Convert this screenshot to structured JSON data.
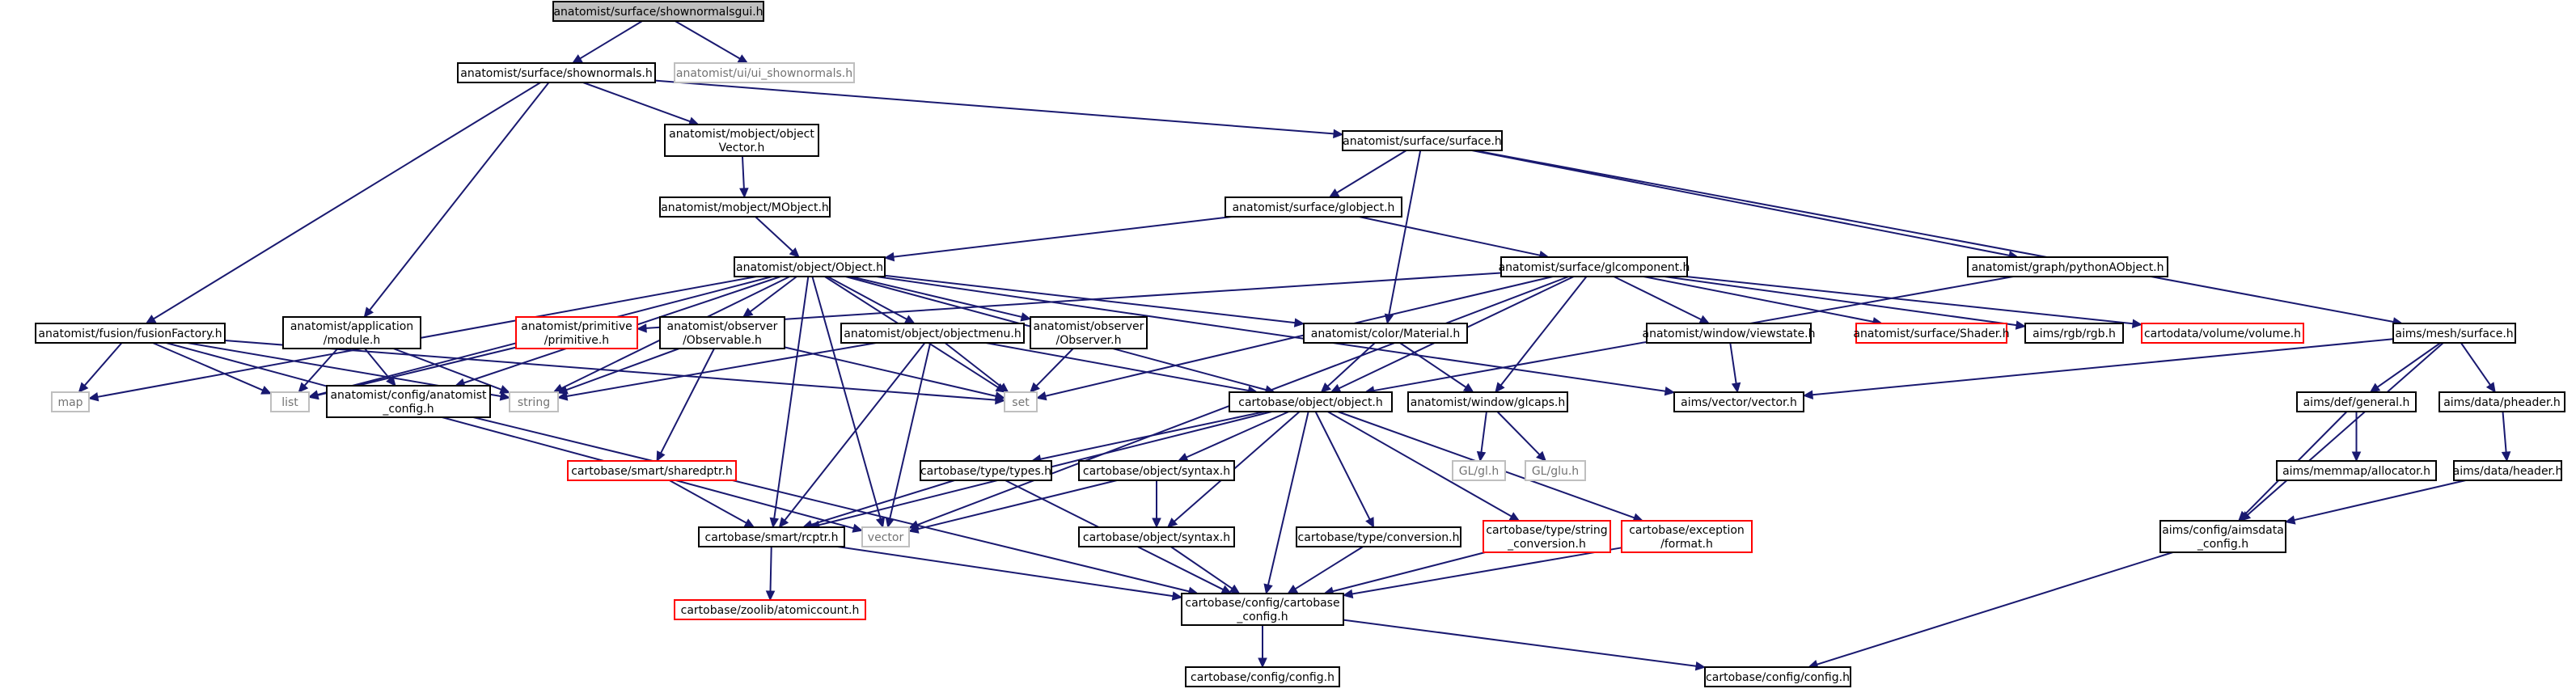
{
  "graph": {
    "nodes": [
      {
        "id": "shownormalsgui",
        "lines": [
          "anatomist/surface/shownormalsgui.h"
        ],
        "style": "root"
      },
      {
        "id": "shownormals",
        "lines": [
          "anatomist/surface/shownormals.h"
        ],
        "style": "normal"
      },
      {
        "id": "ui_shownormals",
        "lines": [
          "anatomist/ui/ui_shownormals.h"
        ],
        "style": "ext"
      },
      {
        "id": "mobjectvector",
        "lines": [
          "anatomist/mobject/object",
          "Vector.h"
        ],
        "style": "normal"
      },
      {
        "id": "mobject",
        "lines": [
          "anatomist/mobject/MObject.h"
        ],
        "style": "normal"
      },
      {
        "id": "surface",
        "lines": [
          "anatomist/surface/surface.h"
        ],
        "style": "normal"
      },
      {
        "id": "globject",
        "lines": [
          "anatomist/surface/globject.h"
        ],
        "style": "normal"
      },
      {
        "id": "object",
        "lines": [
          "anatomist/object/Object.h"
        ],
        "style": "normal"
      },
      {
        "id": "glcomponent",
        "lines": [
          "anatomist/surface/glcomponent.h"
        ],
        "style": "normal"
      },
      {
        "id": "pythonaobject",
        "lines": [
          "anatomist/graph/pythonAObject.h"
        ],
        "style": "normal"
      },
      {
        "id": "meshsurface",
        "lines": [
          "aims/mesh/surface.h"
        ],
        "style": "normal"
      },
      {
        "id": "fusionfactory",
        "lines": [
          "anatomist/fusion/fusionFactory.h"
        ],
        "style": "normal"
      },
      {
        "id": "appmodule",
        "lines": [
          "anatomist/application",
          "/module.h"
        ],
        "style": "normal"
      },
      {
        "id": "primitive",
        "lines": [
          "anatomist/primitive",
          "/primitive.h"
        ],
        "style": "red"
      },
      {
        "id": "observable",
        "lines": [
          "anatomist/observer",
          "/Observable.h"
        ],
        "style": "normal"
      },
      {
        "id": "objectmenu",
        "lines": [
          "anatomist/object/objectmenu.h"
        ],
        "style": "normal"
      },
      {
        "id": "observer",
        "lines": [
          "anatomist/observer",
          "/Observer.h"
        ],
        "style": "normal"
      },
      {
        "id": "material",
        "lines": [
          "anatomist/color/Material.h"
        ],
        "style": "normal"
      },
      {
        "id": "viewstate",
        "lines": [
          "anatomist/window/viewstate.h"
        ],
        "style": "normal"
      },
      {
        "id": "shader",
        "lines": [
          "anatomist/surface/Shader.h"
        ],
        "style": "red"
      },
      {
        "id": "rgb",
        "lines": [
          "aims/rgb/rgb.h"
        ],
        "style": "normal"
      },
      {
        "id": "volume",
        "lines": [
          "cartodata/volume/volume.h"
        ],
        "style": "red"
      },
      {
        "id": "map",
        "lines": [
          "map"
        ],
        "style": "ext"
      },
      {
        "id": "list",
        "lines": [
          "list"
        ],
        "style": "ext"
      },
      {
        "id": "string",
        "lines": [
          "string"
        ],
        "style": "ext"
      },
      {
        "id": "set",
        "lines": [
          "set"
        ],
        "style": "ext"
      },
      {
        "id": "anaconfig",
        "lines": [
          "anatomist/config/anatomist",
          "_config.h"
        ],
        "style": "normal"
      },
      {
        "id": "cbobject",
        "lines": [
          "cartobase/object/object.h"
        ],
        "style": "normal"
      },
      {
        "id": "glcaps",
        "lines": [
          "anatomist/window/glcaps.h"
        ],
        "style": "normal"
      },
      {
        "id": "vector_h",
        "lines": [
          "aims/vector/vector.h"
        ],
        "style": "normal"
      },
      {
        "id": "defgeneral",
        "lines": [
          "aims/def/general.h"
        ],
        "style": "normal"
      },
      {
        "id": "pheader",
        "lines": [
          "aims/data/pheader.h"
        ],
        "style": "normal"
      },
      {
        "id": "sharedptr",
        "lines": [
          "cartobase/smart/sharedptr.h"
        ],
        "style": "red"
      },
      {
        "id": "types",
        "lines": [
          "cartobase/type/types.h"
        ],
        "style": "normal"
      },
      {
        "id": "syntax1",
        "lines": [
          "cartobase/object/syntax.h"
        ],
        "style": "normal"
      },
      {
        "id": "gl",
        "lines": [
          "GL/gl.h"
        ],
        "style": "ext"
      },
      {
        "id": "glu",
        "lines": [
          "GL/glu.h"
        ],
        "style": "ext"
      },
      {
        "id": "allocator",
        "lines": [
          "aims/memmap/allocator.h"
        ],
        "style": "normal"
      },
      {
        "id": "header",
        "lines": [
          "aims/data/header.h"
        ],
        "style": "normal"
      },
      {
        "id": "rcptr",
        "lines": [
          "cartobase/smart/rcptr.h"
        ],
        "style": "normal"
      },
      {
        "id": "vector",
        "lines": [
          "vector"
        ],
        "style": "ext"
      },
      {
        "id": "syntax2",
        "lines": [
          "cartobase/object/syntax.h"
        ],
        "style": "normal"
      },
      {
        "id": "conversion",
        "lines": [
          "cartobase/type/conversion.h"
        ],
        "style": "normal"
      },
      {
        "id": "stringconv",
        "lines": [
          "cartobase/type/string",
          "_conversion.h"
        ],
        "style": "red"
      },
      {
        "id": "format",
        "lines": [
          "cartobase/exception",
          "/format.h"
        ],
        "style": "red"
      },
      {
        "id": "aimsdataconfig",
        "lines": [
          "aims/config/aimsdata",
          "_config.h"
        ],
        "style": "normal"
      },
      {
        "id": "atomiccount",
        "lines": [
          "cartobase/zoolib/atomiccount.h"
        ],
        "style": "red"
      },
      {
        "id": "cbconfig",
        "lines": [
          "cartobase/config/cartobase",
          "_config.h"
        ],
        "style": "normal"
      },
      {
        "id": "config1",
        "lines": [
          "cartobase/config/config.h"
        ],
        "style": "normal"
      },
      {
        "id": "config2",
        "lines": [
          "cartobase/config/config.h"
        ],
        "style": "normal"
      }
    ],
    "edges": [
      [
        "shownormalsgui",
        "shownormals"
      ],
      [
        "shownormalsgui",
        "ui_shownormals"
      ],
      [
        "shownormals",
        "mobjectvector"
      ],
      [
        "shownormals",
        "surface"
      ],
      [
        "shownormals",
        "fusionfactory"
      ],
      [
        "shownormals",
        "appmodule"
      ],
      [
        "mobjectvector",
        "mobject"
      ],
      [
        "mobject",
        "object"
      ],
      [
        "surface",
        "globject"
      ],
      [
        "surface",
        "material"
      ],
      [
        "surface",
        "pythonaobject"
      ],
      [
        "surface",
        "meshsurface"
      ],
      [
        "globject",
        "object"
      ],
      [
        "globject",
        "glcomponent"
      ],
      [
        "object",
        "list"
      ],
      [
        "object",
        "string"
      ],
      [
        "object",
        "set"
      ],
      [
        "object",
        "anaconfig"
      ],
      [
        "object",
        "observable"
      ],
      [
        "object",
        "objectmenu"
      ],
      [
        "object",
        "observer"
      ],
      [
        "object",
        "material"
      ],
      [
        "object",
        "cbobject"
      ],
      [
        "object",
        "rcptr"
      ],
      [
        "object",
        "vector"
      ],
      [
        "object",
        "vector_h"
      ],
      [
        "object",
        "map"
      ],
      [
        "glcomponent",
        "primitive"
      ],
      [
        "glcomponent",
        "viewstate"
      ],
      [
        "glcomponent",
        "shader"
      ],
      [
        "glcomponent",
        "rgb"
      ],
      [
        "glcomponent",
        "volume"
      ],
      [
        "glcomponent",
        "cbobject"
      ],
      [
        "glcomponent",
        "glcaps"
      ],
      [
        "glcomponent",
        "set"
      ],
      [
        "glcomponent",
        "vector"
      ],
      [
        "pythonaobject",
        "cbobject"
      ],
      [
        "meshsurface",
        "vector_h"
      ],
      [
        "meshsurface",
        "defgeneral"
      ],
      [
        "meshsurface",
        "pheader"
      ],
      [
        "meshsurface",
        "aimsdataconfig"
      ],
      [
        "fusionfactory",
        "map"
      ],
      [
        "fusionfactory",
        "list"
      ],
      [
        "fusionfactory",
        "string"
      ],
      [
        "fusionfactory",
        "set"
      ],
      [
        "fusionfactory",
        "vector"
      ],
      [
        "appmodule",
        "list"
      ],
      [
        "appmodule",
        "string"
      ],
      [
        "appmodule",
        "anaconfig"
      ],
      [
        "primitive",
        "list"
      ],
      [
        "observable",
        "string"
      ],
      [
        "observable",
        "set"
      ],
      [
        "observable",
        "sharedptr"
      ],
      [
        "objectmenu",
        "string"
      ],
      [
        "objectmenu",
        "set"
      ],
      [
        "objectmenu",
        "cbobject"
      ],
      [
        "objectmenu",
        "rcptr"
      ],
      [
        "objectmenu",
        "vector"
      ],
      [
        "observer",
        "set"
      ],
      [
        "material",
        "cbobject"
      ],
      [
        "material",
        "glcaps"
      ],
      [
        "viewstate",
        "vector_h"
      ],
      [
        "anaconfig",
        "cbconfig"
      ],
      [
        "cbobject",
        "types"
      ],
      [
        "cbobject",
        "syntax1"
      ],
      [
        "cbobject",
        "syntax2"
      ],
      [
        "cbobject",
        "conversion"
      ],
      [
        "cbobject",
        "stringconv"
      ],
      [
        "cbobject",
        "format"
      ],
      [
        "cbobject",
        "rcptr"
      ],
      [
        "cbobject",
        "cbconfig"
      ],
      [
        "glcaps",
        "gl"
      ],
      [
        "glcaps",
        "glu"
      ],
      [
        "defgeneral",
        "allocator"
      ],
      [
        "defgeneral",
        "aimsdataconfig"
      ],
      [
        "pheader",
        "header"
      ],
      [
        "header",
        "aimsdataconfig"
      ],
      [
        "sharedptr",
        "rcptr"
      ],
      [
        "types",
        "rcptr"
      ],
      [
        "types",
        "cbconfig"
      ],
      [
        "syntax1",
        "syntax2"
      ],
      [
        "syntax1",
        "vector"
      ],
      [
        "rcptr",
        "atomiccount"
      ],
      [
        "rcptr",
        "cbconfig"
      ],
      [
        "syntax2",
        "cbconfig"
      ],
      [
        "conversion",
        "cbconfig"
      ],
      [
        "stringconv",
        "cbconfig"
      ],
      [
        "format",
        "cbconfig"
      ],
      [
        "aimsdataconfig",
        "config2"
      ],
      [
        "cbconfig",
        "config1"
      ],
      [
        "cbconfig",
        "config2"
      ]
    ],
    "colors": {
      "root_fill": "#bfbfbf",
      "edge": "#191970",
      "node_border": "#000000",
      "red_border": "#ff0000",
      "ext_border": "#bfbfbf",
      "text": "#000000",
      "ext_text": "#737373"
    }
  }
}
